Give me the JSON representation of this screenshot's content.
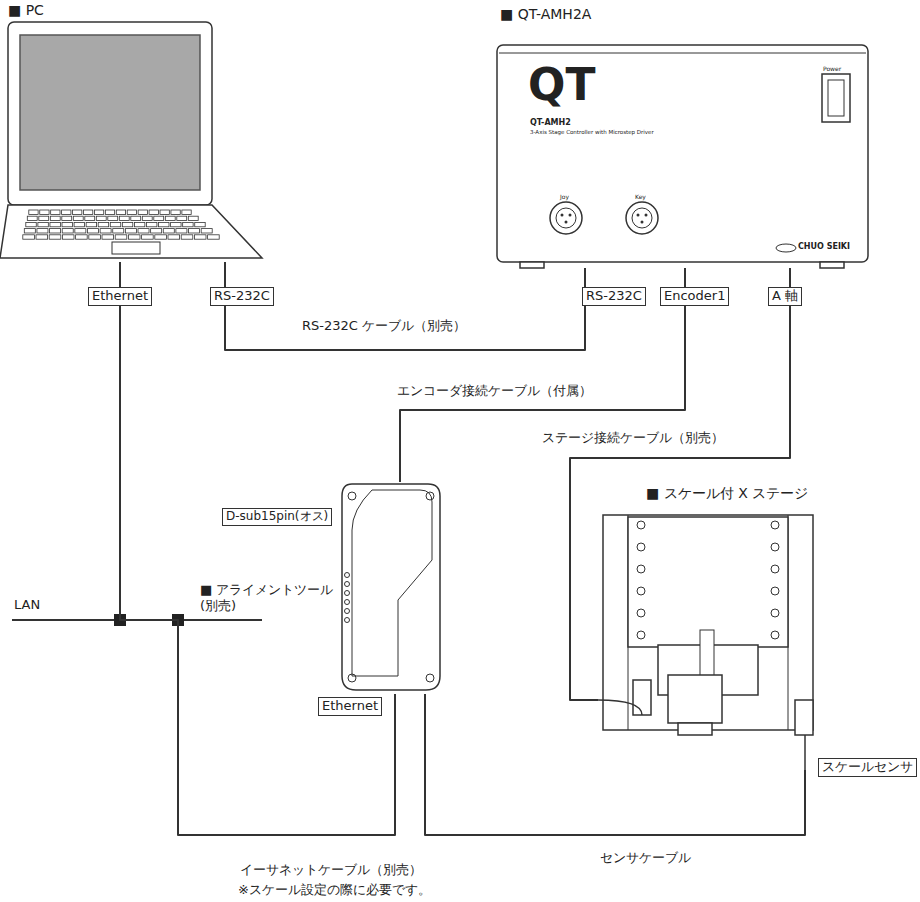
{
  "diagram": {
    "nodes": [
      {
        "text": [
          "■ PC"
        ]
      },
      {
        "text": [
          "■ QT-AMH2A",
          "QT",
          "QT-AMH2",
          "3-Axis Stage Controller with Microstep Driver",
          "Power",
          "Joy",
          "Key",
          "CHUO SEIKI"
        ]
      },
      {
        "text": [
          "■ アライメントツール (別売)"
        ]
      },
      {
        "text": [
          "■ スケール付 X ステージ"
        ]
      }
    ],
    "edges": [
      {
        "from": 0,
        "to": 1,
        "arrow": "none",
        "label": "RS-232C ケーブル（別売）"
      },
      {
        "from": 1,
        "to": 2,
        "arrow": "none",
        "label": "エンコーダ接続ケーブル（付属）"
      },
      {
        "from": 1,
        "to": 3,
        "arrow": "none",
        "label": "ステージ接続ケーブル（別売）"
      },
      {
        "from": 0,
        "to": 2,
        "arrow": "none",
        "label": "イーサネットケーブル（別売）"
      },
      {
        "from": 2,
        "to": 3,
        "arrow": "none",
        "label": "センサケーブル"
      }
    ],
    "labels": [
      "Ethernet",
      "RS-232C",
      "RS-232C",
      "Encoder1",
      "A 軸",
      "LAN",
      "D-sub15pin(オス)",
      "Ethernet",
      "スケールセンサ",
      "※スケール設定の際に必要です。"
    ]
  }
}
